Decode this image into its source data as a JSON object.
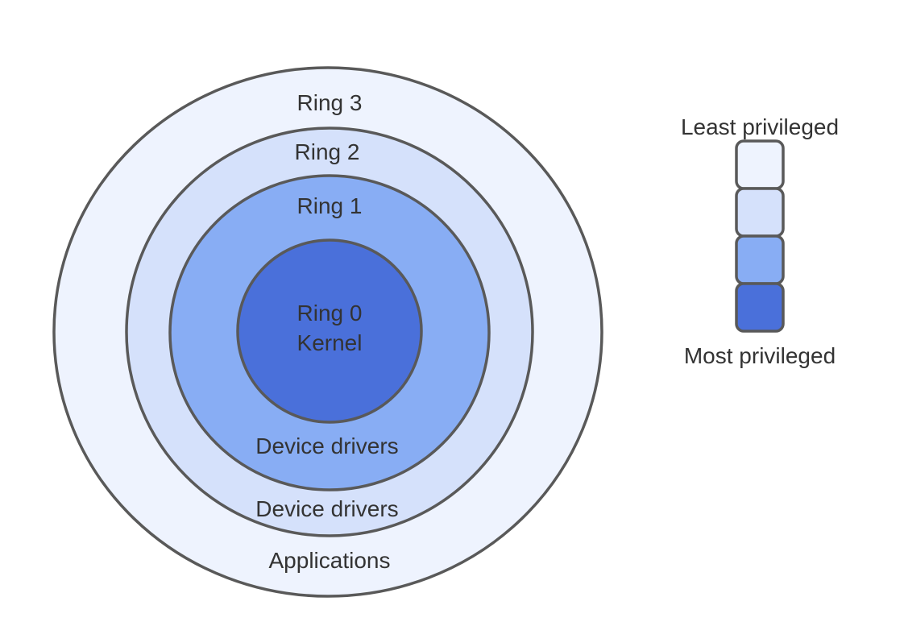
{
  "rings": [
    {
      "id": "ring3",
      "title": "Ring 3",
      "bottom_label": "Applications",
      "fill": "#eef3fe"
    },
    {
      "id": "ring2",
      "title": "Ring 2",
      "bottom_label": "Device drivers",
      "fill": "#d5e1fb"
    },
    {
      "id": "ring1",
      "title": "Ring 1",
      "bottom_label": "Device drivers",
      "fill": "#88adf4"
    },
    {
      "id": "ring0",
      "title": "Ring 0",
      "subtitle": "Kernel",
      "fill": "#4a70da"
    }
  ],
  "stroke_color": "#595959",
  "legend": {
    "top_label": "Least privileged",
    "bottom_label": "Most privileged",
    "swatches": [
      "#eef3fe",
      "#d5e1fb",
      "#88adf4",
      "#4a70da"
    ]
  }
}
